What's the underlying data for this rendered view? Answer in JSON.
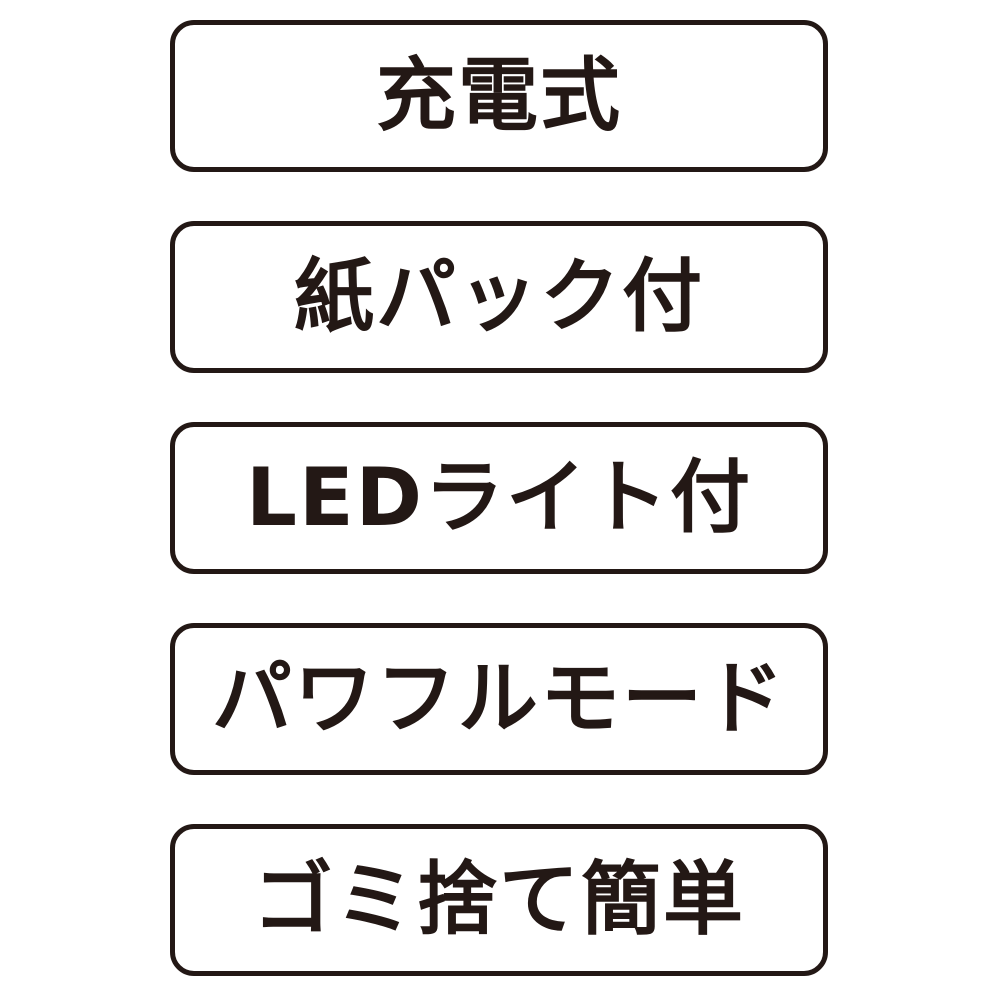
{
  "features": [
    {
      "label": "充電式"
    },
    {
      "label": "紙パック付"
    },
    {
      "label": "LEDライト付"
    },
    {
      "label": "パワフルモード"
    },
    {
      "label": "ゴミ捨て簡単"
    }
  ],
  "colors": {
    "border": "#231815",
    "text": "#231815",
    "background": "#ffffff"
  }
}
